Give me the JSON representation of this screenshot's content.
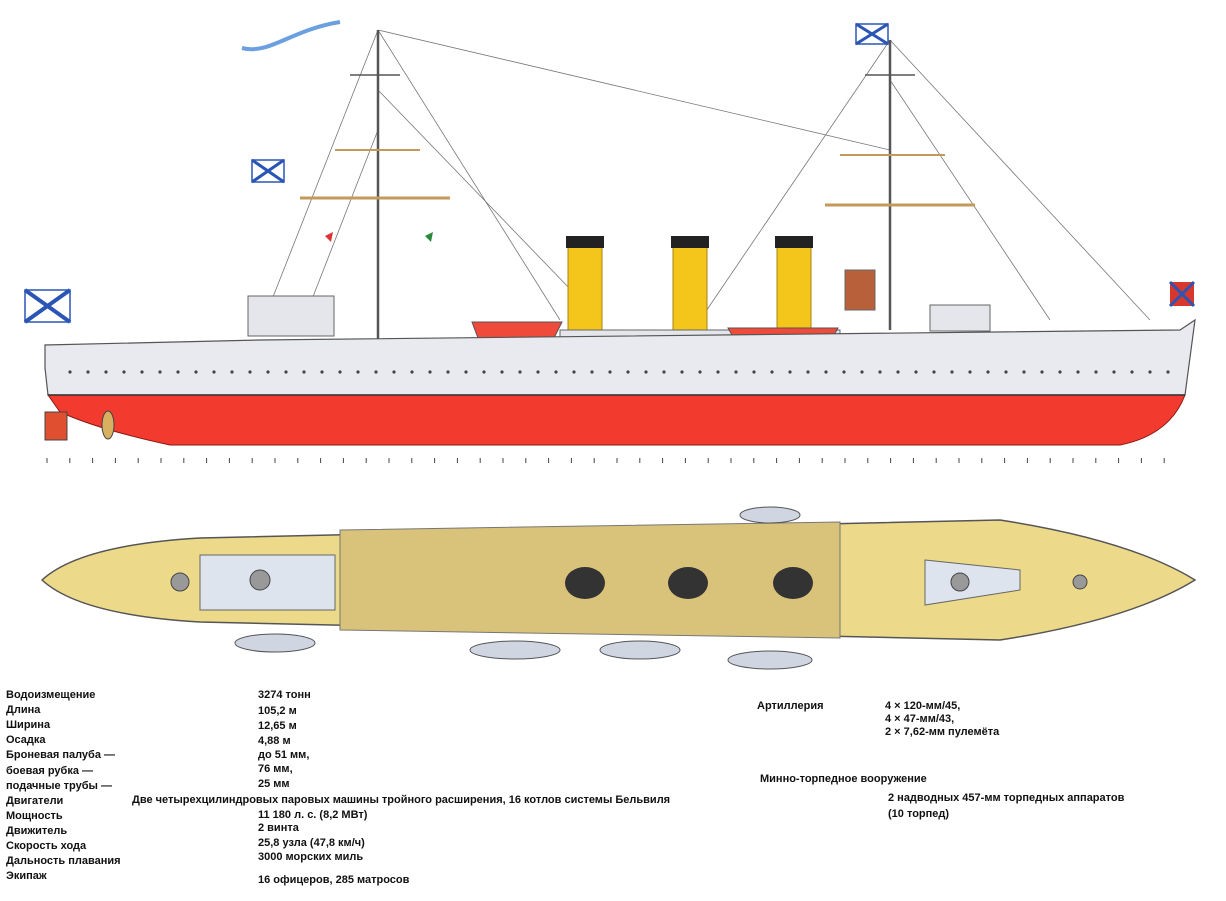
{
  "specs": [
    {
      "label": "Водоизмещение",
      "value": "3274 тонн"
    },
    {
      "label": "Длина",
      "value": "105,2 м"
    },
    {
      "label": "Ширина",
      "value": "12,65 м"
    },
    {
      "label": "Осадка",
      "value": "4,88 м"
    },
    {
      "label": "Броневая палуба —",
      "value": "до 51 мм,"
    },
    {
      "label": "боевая рубка —",
      "value": "76 мм,"
    },
    {
      "label": "подачные трубы —",
      "value": "25 мм"
    },
    {
      "label": "Двигатели",
      "value": "Две четырехцилиндровых паровых машины тройного расширения, 16 котлов системы Бельвиля"
    },
    {
      "label": "Мощность",
      "value": "11 180 л. с. (8,2 МВт)"
    },
    {
      "label": "Движитель",
      "value": "2 винта"
    },
    {
      "label": "Скорость хода",
      "value": "25,8 узла (47,8 км/ч)"
    },
    {
      "label": "Дальность плавания",
      "value": "3000 морских миль"
    },
    {
      "label": "Экипаж",
      "value": "16 офицеров, 285 матросов"
    }
  ],
  "armament": {
    "artillery_label": "Артиллерия",
    "artillery": [
      "4 × 120-мм/45,",
      "4 × 47-мм/43,",
      "2 × 7,62-мм пулемёта"
    ],
    "torpedo_label": "Минно-торпедное вооружение",
    "torpedo": [
      "2 надводных 457-мм торпедных аппаратов",
      "(10 торпед)"
    ]
  },
  "colors": {
    "hull_red": "#f23a2e",
    "hull_white": "#e8eaf0",
    "funnel_yellow": "#f4c51a",
    "deck_yellow": "#ecd98a"
  }
}
